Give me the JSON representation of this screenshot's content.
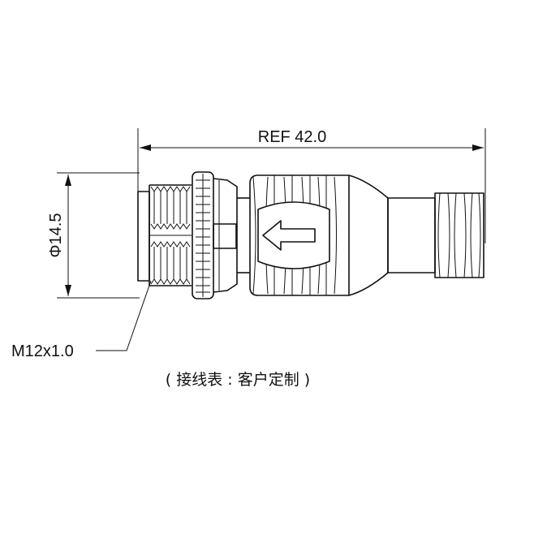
{
  "dimensions": {
    "length_label": "REF 42.0",
    "diameter_label": "Φ14.5",
    "thread_label": "M12x1.0"
  },
  "caption": "( 接线表 : 客户定制 )",
  "colors": {
    "line": "#111111",
    "background": "#ffffff"
  },
  "icons": {
    "direction_arrow": "arrow-left-icon"
  }
}
